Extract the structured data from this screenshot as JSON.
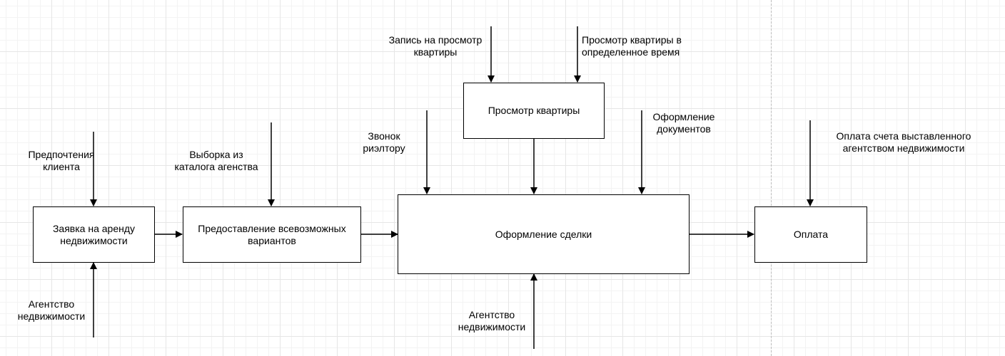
{
  "boxes": {
    "request": "Заявка на аренду\nнедвижимости",
    "options": "Предоставление всевозможных\nвариантов",
    "deal": "Оформление сделки",
    "viewing": "Просмотр квартиры",
    "payment": "Оплата"
  },
  "labels": {
    "client_prefs": "Предпочтения\nклиента",
    "agency_left": "Агентство\nнедвижимости",
    "catalog": "Выборка из\nкаталога агенства",
    "call_realtor": "Звонок\nриэлтору",
    "signup_viewing": "Запись на просмотр\nквартиры",
    "viewing_time": "Просмотр квартиры в\nопределенное время",
    "documents": "Оформление\nдокументов",
    "agency_bottom": "Агентство\nнедвижимости",
    "invoice_payment": "Оплата счета выставленного\nагентством недвижимости"
  }
}
